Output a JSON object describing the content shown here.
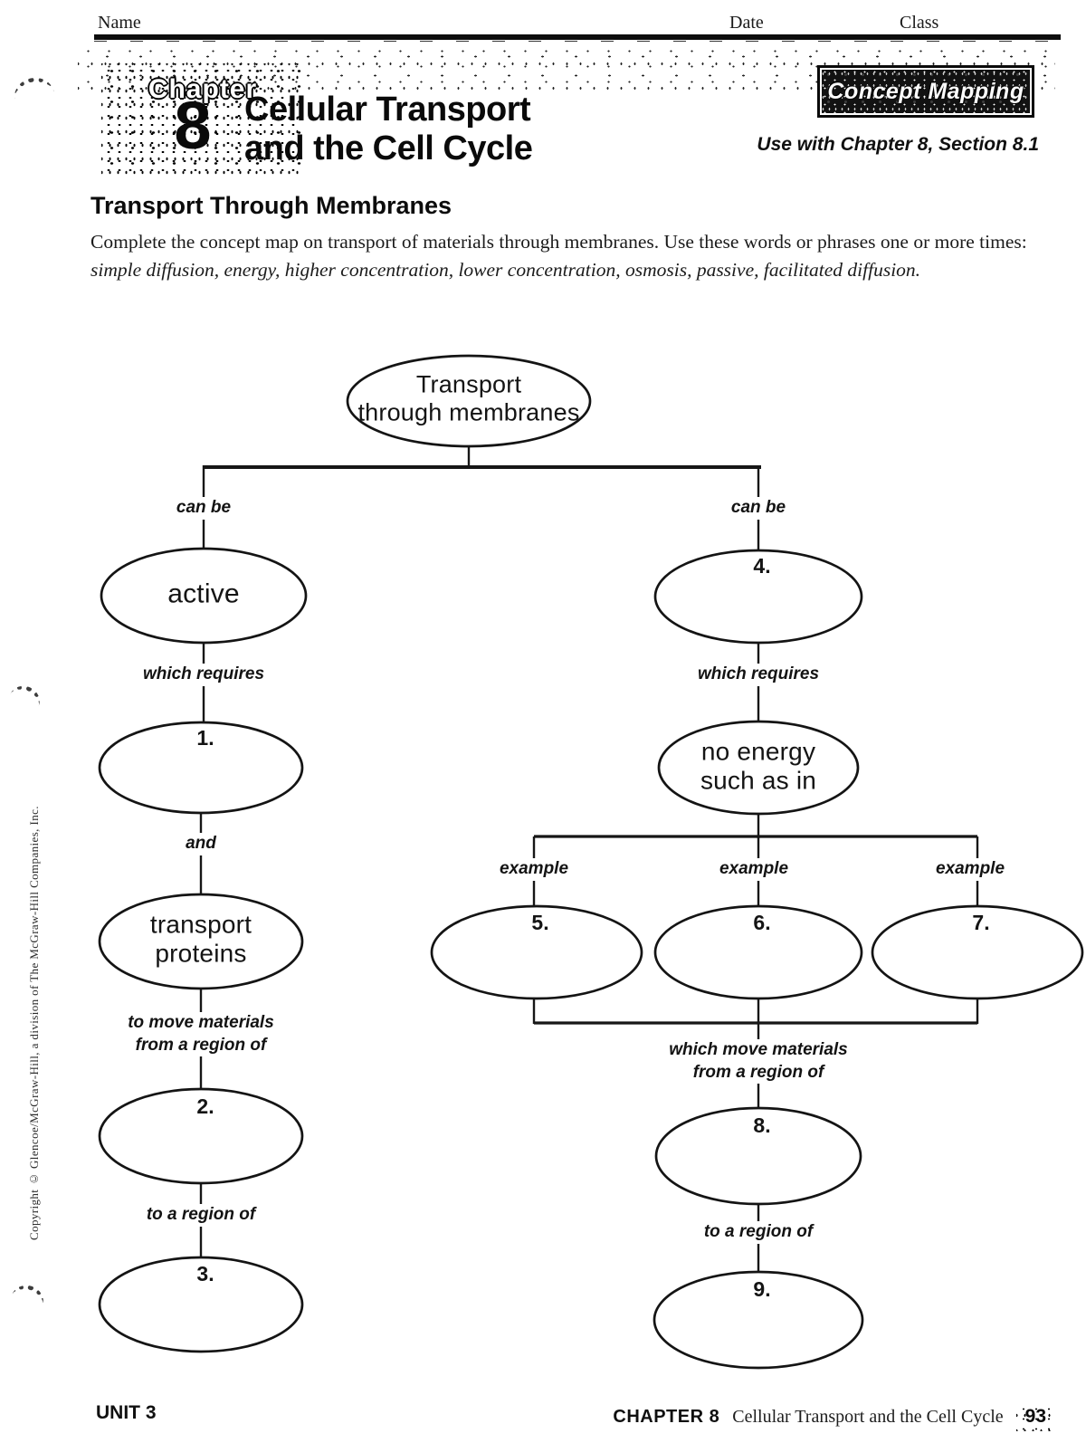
{
  "page": {
    "header": {
      "name_label": "Name",
      "date_label": "Date",
      "class_label": "Class"
    },
    "chapter_plate": {
      "eyebrow": "Chapter",
      "number": "8",
      "title": "Cellular Transport\nand the Cell Cycle",
      "badge": "Concept Mapping",
      "use_with": "Use with Chapter 8, Section 8.1"
    },
    "worksheet": {
      "heading": "Transport Through Membranes",
      "instructions_roman": "Complete the concept map on transport of materials through membranes. Use these words or phrases one or more times: ",
      "instructions_italic": "simple diffusion, energy, higher concentration, lower concentration, osmosis, passive, facilitated diffusion."
    },
    "footer": {
      "unit": "UNIT 3",
      "chapter_ref": "CHAPTER 8",
      "chapter_title": "Cellular Transport and the Cell Cycle",
      "page_number": "93"
    },
    "margin": {
      "copyright": "Copyright © Glencoe/McGraw-Hill, a division of The McGraw-Hill Companies, Inc."
    }
  },
  "concept_map": {
    "nodes": {
      "root": "Transport\nthrough membranes",
      "active": "active",
      "blank1": "1.",
      "transport_proteins": "transport\nproteins",
      "blank2": "2.",
      "blank3": "3.",
      "blank4": "4.",
      "no_energy": "no energy\nsuch as in",
      "blank5": "5.",
      "blank6": "6.",
      "blank7": "7.",
      "blank8": "8.",
      "blank9": "9."
    },
    "edge_labels": {
      "can_be_left": "can be",
      "can_be_right": "can be",
      "which_requires_left": "which requires",
      "which_requires_right": "which requires",
      "and_label": "and",
      "example_left": "example",
      "example_mid": "example",
      "example_right": "example",
      "to_move_materials": "to move materials\nfrom a region of",
      "to_a_region_left": "to a region of",
      "which_move_materials": "which move materials\nfrom a region of",
      "to_a_region_right": "to a region of"
    }
  }
}
